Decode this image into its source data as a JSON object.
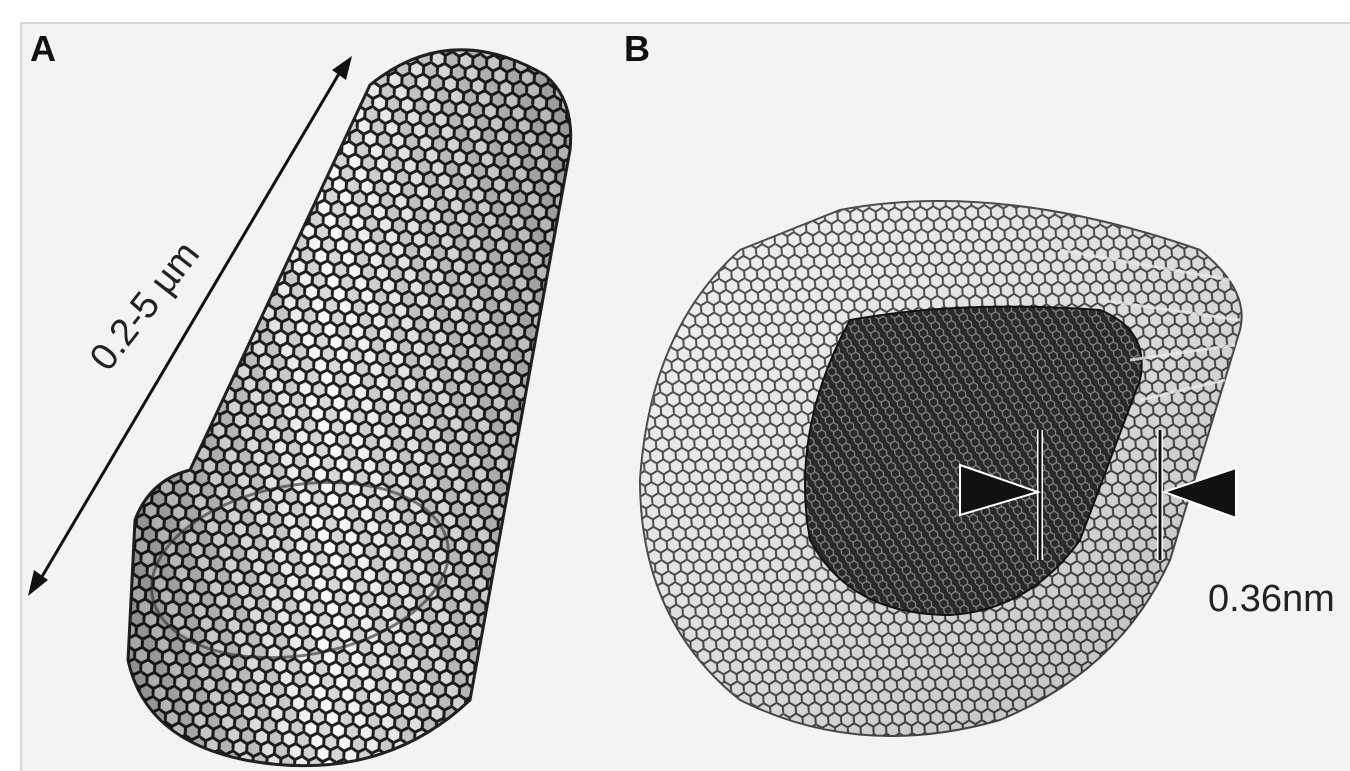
{
  "panels": {
    "a": {
      "label": "A",
      "length_annotation": "0.2-5 µm"
    },
    "b": {
      "label": "B",
      "spacing_annotation": "0.36nm"
    }
  },
  "colors": {
    "background": "#f3f3f3",
    "lattice_dark": "#1a1a1a",
    "lattice_mid": "#555555",
    "lattice_light": "#bdbdbd",
    "annotation": "#111111"
  },
  "icons": [
    "double-headed-arrow",
    "arrowhead-left",
    "arrowhead-right"
  ]
}
